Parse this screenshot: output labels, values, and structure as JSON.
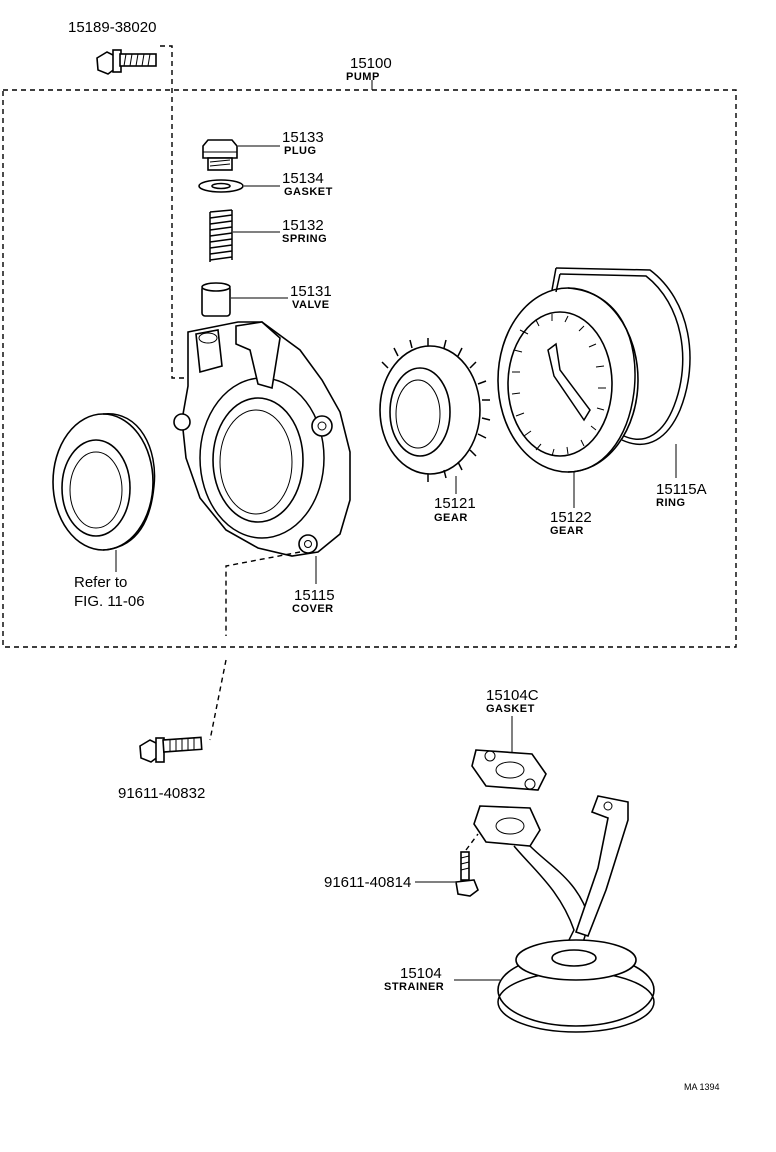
{
  "parts": {
    "bolt_top": {
      "number": "15189-38020"
    },
    "pump": {
      "number": "15100",
      "name": "PUMP"
    },
    "plug": {
      "number": "15133",
      "name": "PLUG"
    },
    "gasket_plug": {
      "number": "15134",
      "name": "GASKET"
    },
    "spring": {
      "number": "15132",
      "name": "SPRING"
    },
    "valve": {
      "number": "15131",
      "name": "VALVE"
    },
    "seal_ref": {
      "line1": "Refer to",
      "line2": "FIG. 11-06"
    },
    "cover": {
      "number": "15115",
      "name": "COVER"
    },
    "gear_drive": {
      "number": "15121",
      "name": "GEAR"
    },
    "gear_driven": {
      "number": "15122",
      "name": "GEAR"
    },
    "ring": {
      "number": "15115A",
      "name": "RING"
    },
    "bolt_mid": {
      "number": "91611-40832"
    },
    "gasket_strainer": {
      "number": "15104C",
      "name": "GASKET"
    },
    "bolt_strainer": {
      "number": "91611-40814"
    },
    "strainer": {
      "number": "15104",
      "name": "STRAINER"
    }
  },
  "drawing_code": "MA 1394"
}
